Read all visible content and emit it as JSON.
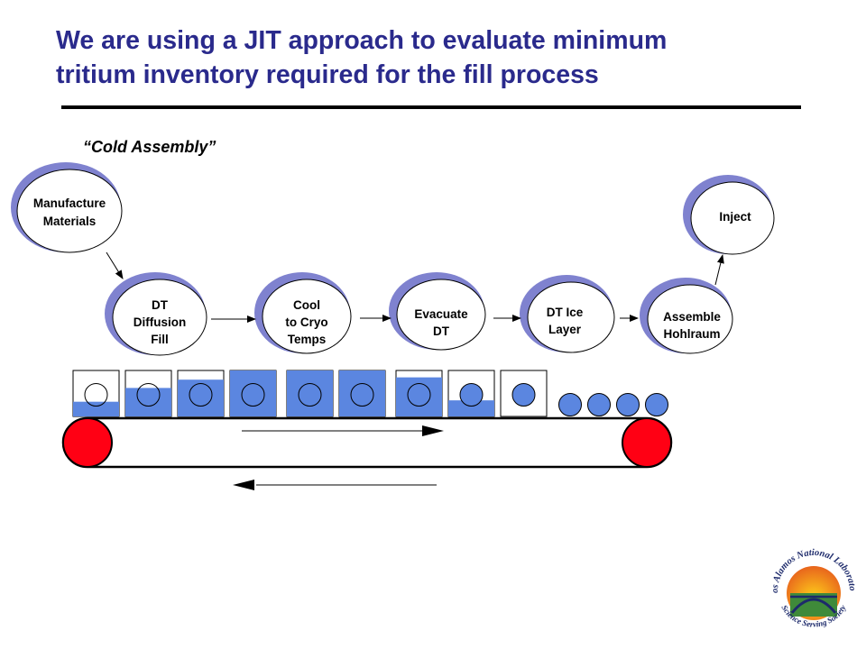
{
  "slide": {
    "title_line1": "We are using a JIT approach to evaluate minimum",
    "title_line2": "tritium inventory required for the fill process",
    "subtitle": "“Cold Assembly”"
  },
  "process": {
    "manufacture": [
      "Manufacture",
      "Materials"
    ],
    "diffusion": [
      "DT",
      "Diffusion",
      "Fill"
    ],
    "cool": [
      "Cool",
      "to Cryo",
      "Temps"
    ],
    "evacuate": [
      "Evacuate",
      "DT"
    ],
    "ice": [
      "DT Ice",
      "Layer"
    ],
    "assemble": [
      "Assemble",
      "Hohlraum"
    ],
    "inject": [
      "Inject"
    ]
  },
  "logo": {
    "top_text": "Los Alamos National Laboratory",
    "bottom_text": "Science Serving Society"
  },
  "colors": {
    "title": "#2a2a8c",
    "fill_blue": "#5b86e0",
    "roller_red": "#ff0014",
    "node_shadow": "#7f82cf",
    "node_border": "#000000"
  },
  "capsules": {
    "fill_levels": [
      0.32,
      0.62,
      0.8,
      1.0,
      1.0,
      1.0,
      0.85,
      0.35,
      0
    ],
    "loose_capsules": 4
  }
}
